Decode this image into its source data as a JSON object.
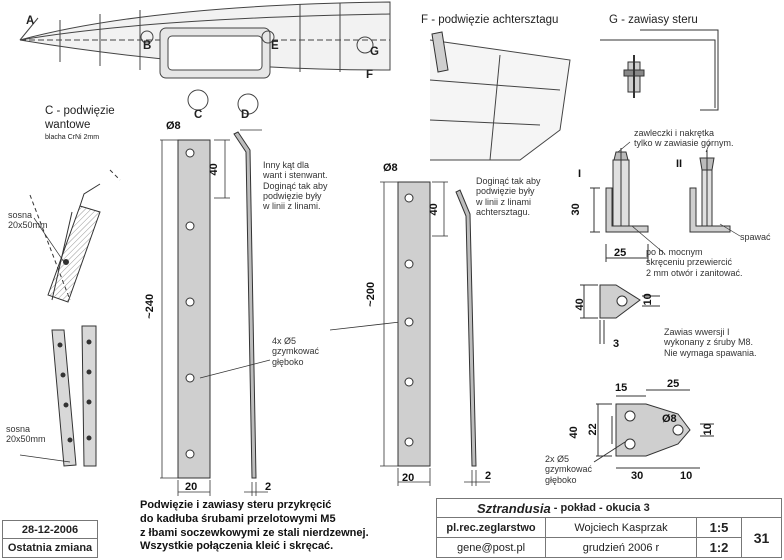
{
  "markers": {
    "a": "A",
    "b": "B",
    "c": "C",
    "d": "D",
    "e": "E",
    "f": "F",
    "g": "G"
  },
  "sections": {
    "c_title_1": "C - podwięzie",
    "c_title_2": "wantowe",
    "c_material": "blacha CrNi 2mm",
    "f_title": "F - podwięzie achtersztagu",
    "g_title": "G - zawiasy steru"
  },
  "notes": {
    "sosna_top": "sosna\n20x50mm",
    "sosna_bottom": "sosna\n20x50mm",
    "bend_want": "Inny kąt dla\nwant i stenwant.\nDoginąć tak aby\npodwięzie były\nw linii z linami.",
    "bend_achter": "Doginąć tak aby\npodwięzie były\nw linii z linami\nachtersztagu.",
    "holes": "4x Ø5\ngzymkować\ngłęboko",
    "cotter": "zawleczki i nakrętka\ntylko w zawiasie górnym.",
    "spawac": "spawać",
    "screw": "po b. mocnym\nskręceniu przewiercić\n2 mm otwór i zanitować.",
    "hinge_m8": "Zawias wwersji I\nwykonany z śruby M8.\nNie wymaga spawania.",
    "holes2": "2x Ø5\ngzymkować\ngłęboko"
  },
  "dims": {
    "d_o8_left": "Ø8",
    "d_40_left": "40",
    "d_240": "~240",
    "d_20_left": "20",
    "d_2_left": "2",
    "d_o8_mid": "Ø8",
    "d_40_mid": "40",
    "d_200": "~200",
    "d_20_mid": "20",
    "d_2_mid": "2",
    "roman_1": "I",
    "roman_2": "II",
    "g_30": "30",
    "g_25": "25",
    "g_40": "40",
    "g_10": "10",
    "g_3": "3",
    "h_15": "15",
    "h_25": "25",
    "h_o8": "Ø8",
    "h_40": "40",
    "h_22": "22",
    "h_10": "10",
    "h_30": "30",
    "h_10b": "10"
  },
  "bottom_text": "Podwięzie i zawiasy steru przykręcić\ndo kadłuba śrubami przelotowymi M5\nz łbami soczewkowymi ze stali nierdzewnej.\nWszystkie połączenia kleić i skręcać.",
  "title_block": {
    "date": "28-12-2006",
    "last_change": "Ostatnia zmiana",
    "boat": "Sztrandusia",
    "dash": " - ",
    "sheet_name": "pokład - okucia 3",
    "org": "pl.rec.zeglarstwo",
    "author": "Wojciech Kasprzak",
    "scale_1": "1:5",
    "email": "gene@post.pl",
    "date_made": "grudzień 2006 r",
    "scale_2": "1:2",
    "sheet_no": "31"
  }
}
